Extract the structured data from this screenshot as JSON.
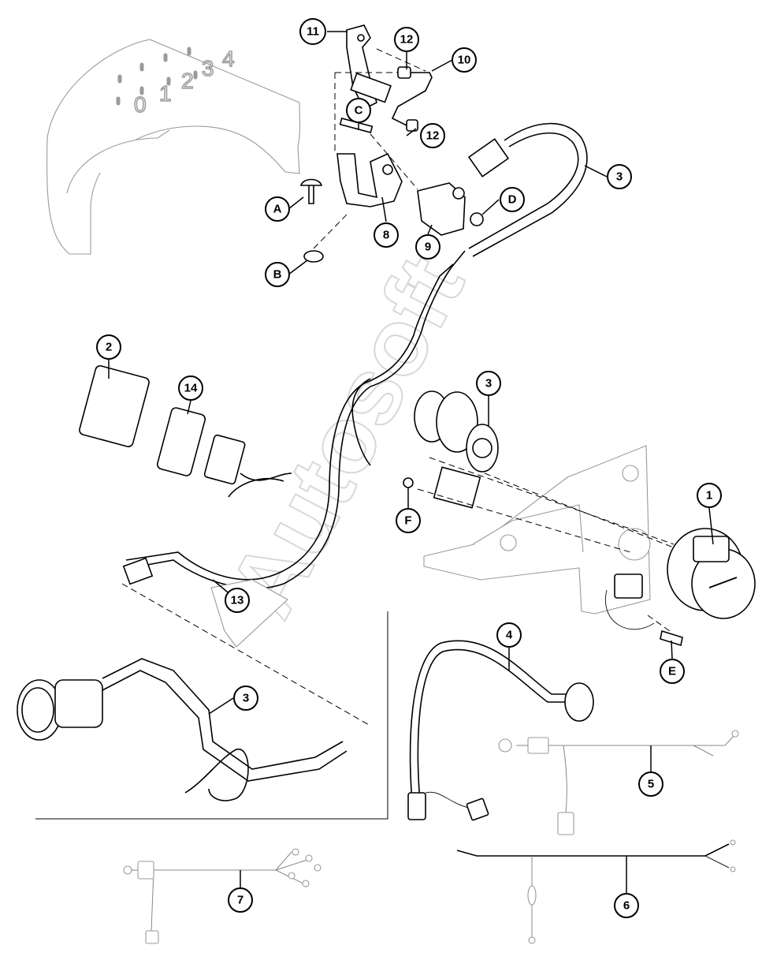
{
  "diagram": {
    "watermark": "Autosoft",
    "shield_numbers": [
      "0",
      "1",
      "2",
      "3",
      "4"
    ],
    "callouts": [
      {
        "id": "c1",
        "label": "1"
      },
      {
        "id": "c2",
        "label": "2"
      },
      {
        "id": "c3a",
        "label": "3"
      },
      {
        "id": "c3b",
        "label": "3"
      },
      {
        "id": "c3c",
        "label": "3"
      },
      {
        "id": "c4",
        "label": "4"
      },
      {
        "id": "c5",
        "label": "5"
      },
      {
        "id": "c6",
        "label": "6"
      },
      {
        "id": "c7",
        "label": "7"
      },
      {
        "id": "c8",
        "label": "8"
      },
      {
        "id": "c9",
        "label": "9"
      },
      {
        "id": "c10",
        "label": "10"
      },
      {
        "id": "c11",
        "label": "11"
      },
      {
        "id": "c12a",
        "label": "12"
      },
      {
        "id": "c12b",
        "label": "12"
      },
      {
        "id": "c13",
        "label": "13"
      },
      {
        "id": "c14",
        "label": "14"
      },
      {
        "id": "cA",
        "label": "A"
      },
      {
        "id": "cB",
        "label": "B"
      },
      {
        "id": "cC",
        "label": "C"
      },
      {
        "id": "cD",
        "label": "D"
      },
      {
        "id": "cE",
        "label": "E"
      },
      {
        "id": "cF",
        "label": "F"
      }
    ]
  }
}
